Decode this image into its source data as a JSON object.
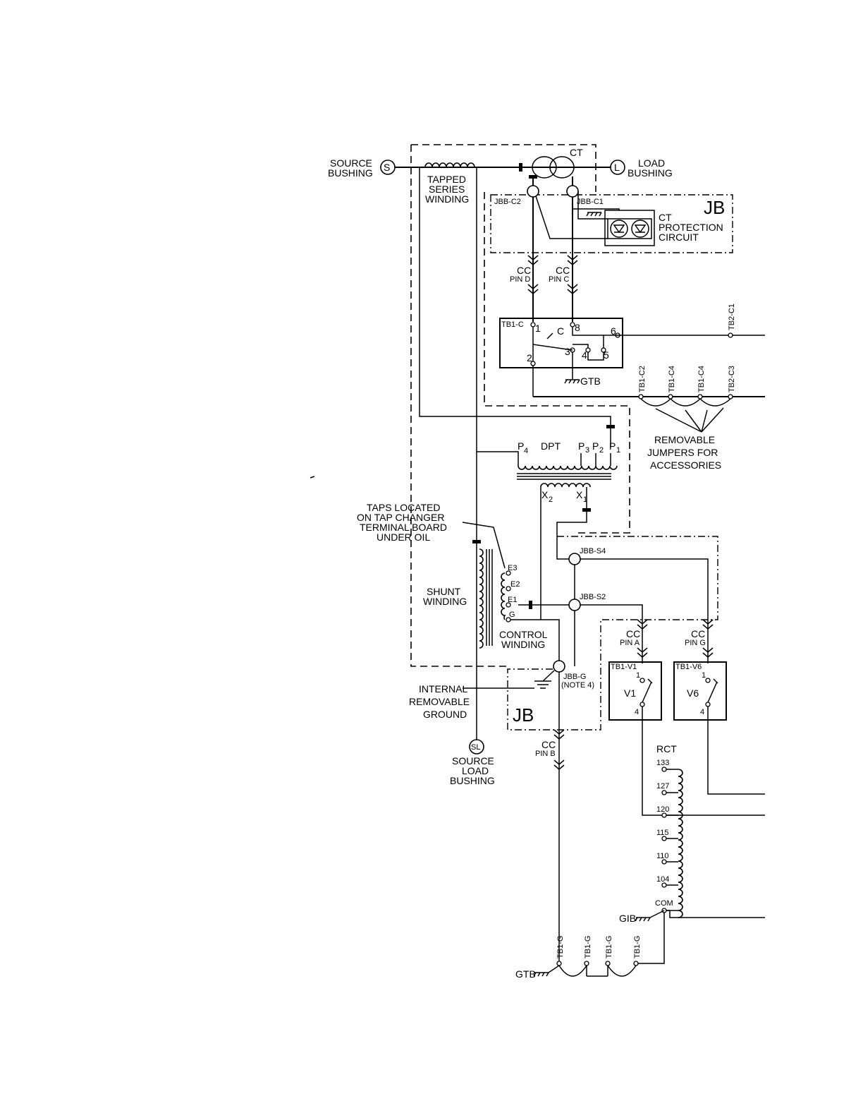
{
  "diagram": {
    "title": "",
    "bushings": {
      "source": {
        "symbol": "S",
        "label_line1": "SOURCE",
        "label_line2": "BUSHING"
      },
      "load": {
        "symbol": "L",
        "label_line1": "LOAD",
        "label_line2": "BUSHING"
      },
      "source_load": {
        "symbol": "SL",
        "label_line1": "SOURCE",
        "label_line2": "LOAD",
        "label_line3": "BUSHING"
      }
    },
    "windings": {
      "tapped_series": [
        "TAPPED",
        "SERIES",
        "WINDING"
      ],
      "shunt": [
        "SHUNT",
        "WINDING"
      ],
      "control": [
        "CONTROL",
        "WINDING"
      ]
    },
    "ct": {
      "label": "CT",
      "protection": [
        "CT",
        "PROTECTION",
        "CIRCUIT"
      ]
    },
    "junction_boxes": {
      "top_label": "JB",
      "bottom_label": "JB"
    },
    "nodes": {
      "jbb_c2": "JBB-C2",
      "jbb_c1": "JBB-C1",
      "jbb_s4": "JBB-S4",
      "jbb_s2": "JBB-S2",
      "jbb_g": "JBB-G",
      "jbb_g_note": "(NOTE 4)"
    },
    "cc_pins": {
      "cc": "CC",
      "pin_d": "PIN D",
      "pin_c": "PIN C",
      "pin_a": "PIN A",
      "pin_g": "PIN G",
      "pin_b": "PIN B"
    },
    "tb1_c": {
      "label": "TB1-C",
      "switch": "C",
      "terminals": [
        "1",
        "2",
        "3",
        "4",
        "5",
        "6",
        "8"
      ]
    },
    "terminals": {
      "tb2_c1": "TB2-C1",
      "tb1_c2": "TB1-C2",
      "tb1_c4a": "TB1-C4",
      "tb1_c4b": "TB1-C4",
      "tb2_c3": "TB2-C3",
      "tb1_g": [
        "TB1-G",
        "TB1-G",
        "TB1-G",
        "TB1-G"
      ]
    },
    "grounds": {
      "gtb_top": "GTB",
      "gtb_bottom": "GTB",
      "gib": "GIB"
    },
    "jumpers_note": [
      "REMOVABLE",
      "JUMPERS FOR",
      "ACCESSORIES"
    ],
    "dpt": {
      "label": "DPT",
      "p4": "P",
      "p4_sub": "4",
      "p3": "P",
      "p3_sub": "3",
      "p2": "P",
      "p2_sub": "2",
      "p1": "P",
      "p1_sub": "1",
      "x2": "X",
      "x2_sub": "2",
      "x1": "X",
      "x1_sub": "1"
    },
    "taps_note": [
      "TAPS LOCATED",
      "ON TAP CHANGER",
      "TERMINAL BOARD",
      "UNDER OIL"
    ],
    "control_taps": [
      "E3",
      "E2",
      "E1",
      "G"
    ],
    "internal_ground": [
      "INTERNAL",
      "REMOVABLE",
      "GROUND"
    ],
    "v_switches": {
      "v1": {
        "box_label": "TB1-V1",
        "name": "V1",
        "t_top": "1",
        "t_bot": "4"
      },
      "v6": {
        "box_label": "TB1-V6",
        "name": "V6",
        "t_top": "1",
        "t_bot": "4"
      }
    },
    "rct": {
      "label": "RCT",
      "taps": [
        "133",
        "127",
        "120",
        "115",
        "110",
        "104",
        "COM"
      ]
    }
  }
}
